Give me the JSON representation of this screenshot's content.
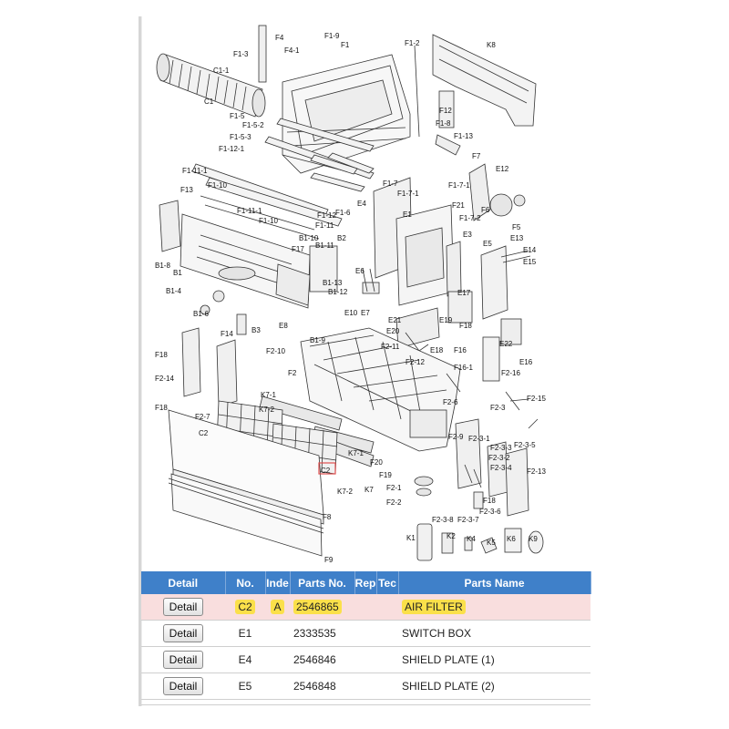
{
  "diagram": {
    "labels": [
      "F1-3",
      "F4",
      "F4-1",
      "F1-9",
      "F1",
      "F1-2",
      "K8",
      "C1-1",
      "C1",
      "F1-5",
      "F1-5-2",
      "F1-5-3",
      "F12",
      "F1-8",
      "F1-13",
      "F1-12-1",
      "F1-11-1",
      "F1-10",
      "F13",
      "F7",
      "E12",
      "F1-7",
      "F1-7-1",
      "F1-7-1",
      "F21",
      "F1-7-2",
      "F6",
      "F5",
      "E4",
      "F1-11-1",
      "F1-6",
      "E1",
      "F1-12",
      "F1-11",
      "F1-10",
      "B1-10",
      "F17",
      "B1-11",
      "B2",
      "E3",
      "E5",
      "E13",
      "E14",
      "E15",
      "B1-8",
      "B1",
      "B1-13",
      "B1-12",
      "E6",
      "B1-4",
      "E17",
      "E10",
      "E7",
      "B1-6",
      "B3",
      "E8",
      "B1-9",
      "E21",
      "E19",
      "F18",
      "E20",
      "F18",
      "F14",
      "F2-10",
      "F2-11",
      "E18",
      "F16",
      "E22",
      "E16",
      "F2-14",
      "F2-12",
      "F16-1",
      "F18",
      "F2",
      "F2-16",
      "F2-15",
      "K7-1",
      "F2-6",
      "F2-7",
      "K7-2",
      "C2",
      "F2-3",
      "F2-9",
      "F2-3-1",
      "F2-3-3",
      "F2-3-5",
      "F2-3-2",
      "F2-3-4",
      "K7-1",
      "F20",
      "F19",
      "F2-13",
      "C2",
      "K7-2",
      "K7",
      "F2-1",
      "F2-2",
      "F18",
      "F2-3-8",
      "F2-3-7",
      "F2-3-6",
      "F8",
      "K1",
      "K2",
      "K4",
      "K5",
      "K6",
      "K9",
      "F9"
    ]
  },
  "table": {
    "headers": {
      "detail": "Detail",
      "no": "No.",
      "index": "Inde",
      "parts_no": "Parts No.",
      "rep": "Rep",
      "tec": "Tec",
      "parts_name": "Parts Name"
    },
    "rows": [
      {
        "detail": "Detail",
        "no": "C2",
        "index": "A",
        "parts_no": "2546865",
        "rep": "",
        "tec": "",
        "parts_name": "AIR FILTER"
      },
      {
        "detail": "Detail",
        "no": "E1",
        "index": "",
        "parts_no": "2333535",
        "rep": "",
        "tec": "",
        "parts_name": "SWITCH BOX"
      },
      {
        "detail": "Detail",
        "no": "E4",
        "index": "",
        "parts_no": "2546846",
        "rep": "",
        "tec": "",
        "parts_name": "SHIELD PLATE (1)"
      },
      {
        "detail": "Detail",
        "no": "E5",
        "index": "",
        "parts_no": "2546848",
        "rep": "",
        "tec": "",
        "parts_name": "SHIELD PLATE (2)"
      }
    ]
  },
  "colors": {
    "header_bg": "#3f80c9",
    "selected_row_bg": "#f9dede",
    "highlight": "#fbe04a",
    "selection_box": "#e05050"
  }
}
